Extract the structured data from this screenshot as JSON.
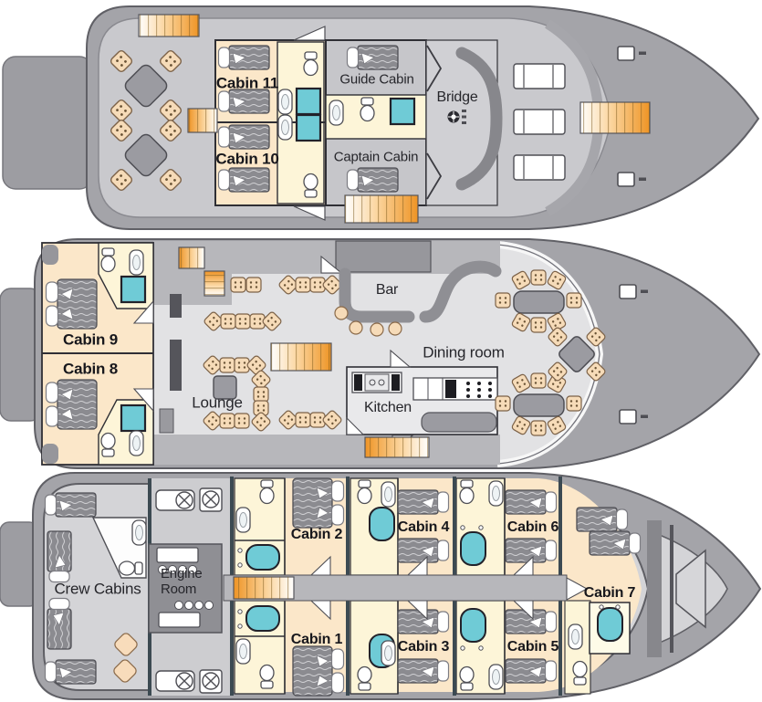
{
  "diagram": {
    "type": "yacht-deck-plan",
    "deck_count": 3
  },
  "decks": {
    "upper": {
      "rooms": {
        "cabin11": "Cabin 11",
        "cabin10": "Cabin 10",
        "guide": "Guide Cabin",
        "captain": "Captain Cabin",
        "bridge": "Bridge"
      }
    },
    "main": {
      "rooms": {
        "cabin9": "Cabin 9",
        "cabin8": "Cabin 8",
        "lounge": "Lounge",
        "bar": "Bar",
        "dining": "Dining room",
        "kitchen": "Kitchen"
      }
    },
    "lower": {
      "rooms": {
        "crew": "Crew Cabins",
        "engine": "Engine Room",
        "cabin1": "Cabin 1",
        "cabin2": "Cabin 2",
        "cabin3": "Cabin 3",
        "cabin4": "Cabin 4",
        "cabin5": "Cabin 5",
        "cabin6": "Cabin 6",
        "cabin7": "Cabin 7"
      }
    }
  },
  "colors": {
    "hull": "#a4a4a9",
    "deck_gray": "#c9c9cd",
    "interior_gray": "#e2e2e4",
    "walkway_gray": "#b7b7bb",
    "cabin_floor": "#fbe7c9",
    "bathroom_floor": "#fdf5d8",
    "mattress_gray": "#8b8b90",
    "fixture_teal": "#6fcbd6",
    "stairs_orange": "#ee9425",
    "furniture_tan": "#f6dbb8",
    "table_gray": "#9b9ba1",
    "wall_dark": "#3c4a52",
    "outline": "#55555b"
  }
}
